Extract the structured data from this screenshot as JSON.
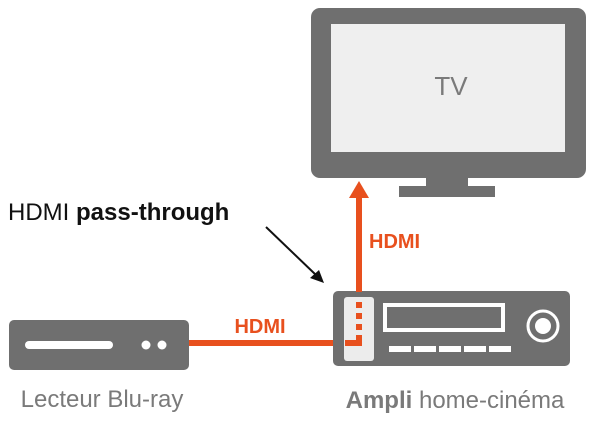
{
  "devices": {
    "tv": {
      "label": "TV"
    },
    "bluray": {
      "label": "Lecteur Blu-ray"
    },
    "amp": {
      "label_bold": "Ampli",
      "label_rest": " home-cinéma"
    }
  },
  "connections": {
    "bluray_to_amp": {
      "label": "HDMI"
    },
    "amp_to_tv": {
      "label": "HDMI"
    }
  },
  "annotation": {
    "prefix": "HDMI ",
    "bold": "pass-through"
  },
  "colors": {
    "device": "#6f6f6f",
    "screen": "#efefef",
    "cable": "#e8501e",
    "text": "#7a7a7a",
    "annotation_text": "#111111"
  }
}
